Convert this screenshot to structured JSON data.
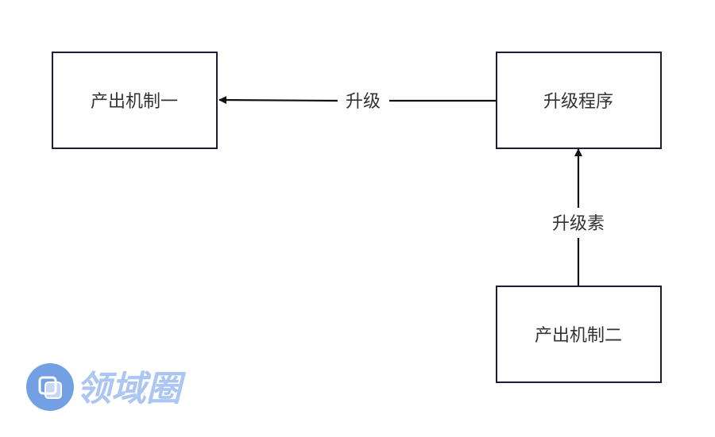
{
  "nodes": {
    "mechanism_one": "产出机制一",
    "upgrade_program": "升级程序",
    "mechanism_two": "产出机制二"
  },
  "edges": {
    "upgrade": "升级",
    "upgrade_element": "升级素"
  },
  "watermark": {
    "text": "领域圈",
    "color": "#5b8fe0"
  }
}
